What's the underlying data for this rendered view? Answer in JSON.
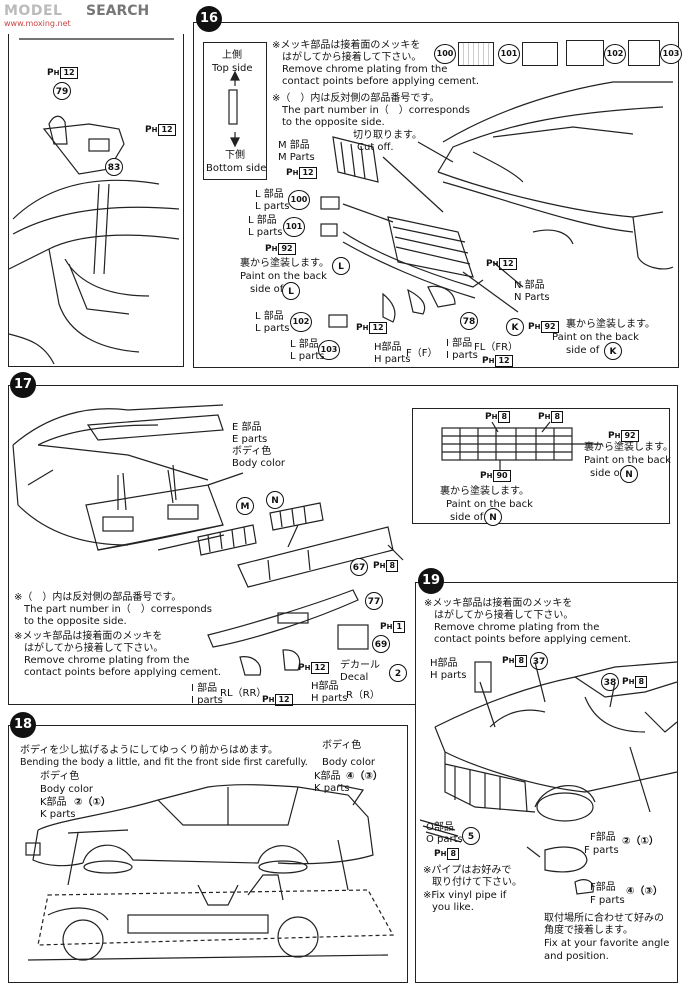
{
  "watermark": {
    "brand": "MODEL SEARCH",
    "search": "SEARCH",
    "brand_left": "MODEL",
    "site": "www.moxing.net"
  },
  "steps": {
    "s16": "16",
    "s17": "17",
    "s18": "18",
    "s19": "19"
  },
  "top_left": {
    "ph12_a": "12",
    "ph12_b": "12",
    "p79": "79",
    "p83": "83"
  },
  "step16": {
    "note1_jp": "※メッキ部品は接着面のメッキを",
    "note1_jp2": "はがしてから接着して下さい。",
    "note1_en1": "Remove chrome plating from the",
    "note1_en2": "contact points before applying cement.",
    "note2_jp": "※（　）内は反対側の部品番号です。",
    "note2_en1": "The part number in（　）corresponds",
    "note2_en2": "to the opposite side.",
    "top_jp": "上側",
    "top_en": "Top side",
    "bottom_jp": "下側",
    "bottom_en": "Bottom side",
    "m_jp": "M 部品",
    "m_en": "M Parts",
    "cut_jp": "切り取ります。",
    "cut_en": "Cut off.",
    "l_jp1": "L 部品",
    "l_en1": "L parts",
    "l_jp2": "L 部品",
    "l_en2": "L parts",
    "back_jp": "裏から塗装します。",
    "back_en1": "Paint on the back",
    "back_en2": "side of",
    "back_letter": "L",
    "l_jp3": "L 部品",
    "l_en3": "L parts",
    "l_jp4": "L 部品",
    "l_en4": "L parts",
    "h_jp": "H部品",
    "h_en": "H parts",
    "f_label": "F（F）",
    "i_jp": "I 部品",
    "i_en": "I parts",
    "fl_label": "FL（FR）",
    "n_jp": "N 部品",
    "n_en": "N Parts",
    "k_back_jp": "裏から塗装します。",
    "k_back_en1": "Paint on the back",
    "k_back_en2": "side of",
    "k_letter": "K",
    "p100": "100",
    "p101": "101",
    "p102": "102",
    "p103": "103",
    "p78": "78",
    "ph12": "12",
    "ph92": "92"
  },
  "step17": {
    "e_jp": "E 部品",
    "e_en": "E parts",
    "body_jp": "ボディ色",
    "body_en": "Body color",
    "m": "M",
    "n": "N",
    "note_jp": "※（　）内は反対側の部品番号です。",
    "note_en1": "The part number in（　）corresponds",
    "note_en2": "to the opposite side.",
    "note2_jp1": "※メッキ部品は接着面のメッキを",
    "note2_jp2": "はがしてから接着して下さい。",
    "note2_en1": "Remove chrome plating from the",
    "note2_en2": "contact points before applying cement.",
    "p67": "67",
    "p77": "77",
    "p69": "69",
    "decal_jp": "デカール",
    "decal_en": "Decal",
    "decal_num": "2",
    "i_jp": "I 部品",
    "i_en": "I parts",
    "rl": "RL（RR）",
    "h_jp": "H部品",
    "h_en": "H parts",
    "r": "R（R）",
    "ph8": "8",
    "ph1": "1",
    "ph12": "12",
    "inset_ph8a": "8",
    "inset_ph8b": "8",
    "inset_ph92": "92",
    "inset_ph90": "90",
    "inset_back_jp": "裏から塗装します。",
    "inset_back_en1": "Paint on the back",
    "inset_back_en2": "side of",
    "inset_n": "N",
    "inset_back2_jp": "裏から塗装します。",
    "inset_back2_en1": "Paint on the back",
    "inset_back2_en2": "side of",
    "inset_n2": "N"
  },
  "step18": {
    "inst_jp": "ボディを少し拡げるようにしてゆっくり前からはめます。",
    "inst_en": "Bending the body a little, and fit the front side first carefully.",
    "body_jp": "ボディ色",
    "body_en": "Body color",
    "k_jp": "K部品",
    "k_en": "K parts",
    "k_nums": "②（①）",
    "body2_jp": "ボディ色",
    "body2_en": "Body color",
    "k2_jp": "K部品",
    "k2_en": "K parts",
    "k2_nums": "④（③）"
  },
  "step19": {
    "note_jp1": "※メッキ部品は接着面のメッキを",
    "note_jp2": "はがしてから接着して下さい。",
    "note_en1": "Remove chrome plating from the",
    "note_en2": "contact points before applying cement.",
    "h_jp": "H部品",
    "h_en": "H parts",
    "ph8a": "8",
    "p37": "37",
    "p38": "38",
    "ph8b": "8",
    "o_jp": "O部品",
    "o_en": "O parts",
    "o_num": "5",
    "ph8c": "8",
    "pipe_jp1": "※パイプはお好みで",
    "pipe_jp2": "取り付けて下さい。",
    "pipe_en1": "※Fix vinyl pipe if",
    "pipe_en2": "you like.",
    "f_jp": "F部品",
    "f_en": "F parts",
    "f_nums": "②（①）",
    "f2_jp": "F部品",
    "f2_en": "F parts",
    "f2_nums": "④（③）",
    "fix_jp1": "取付場所に合わせて好みの",
    "fix_jp2": "角度で接着します。",
    "fix_en1": "Fix at your favorite angle",
    "fix_en2": "and position."
  }
}
